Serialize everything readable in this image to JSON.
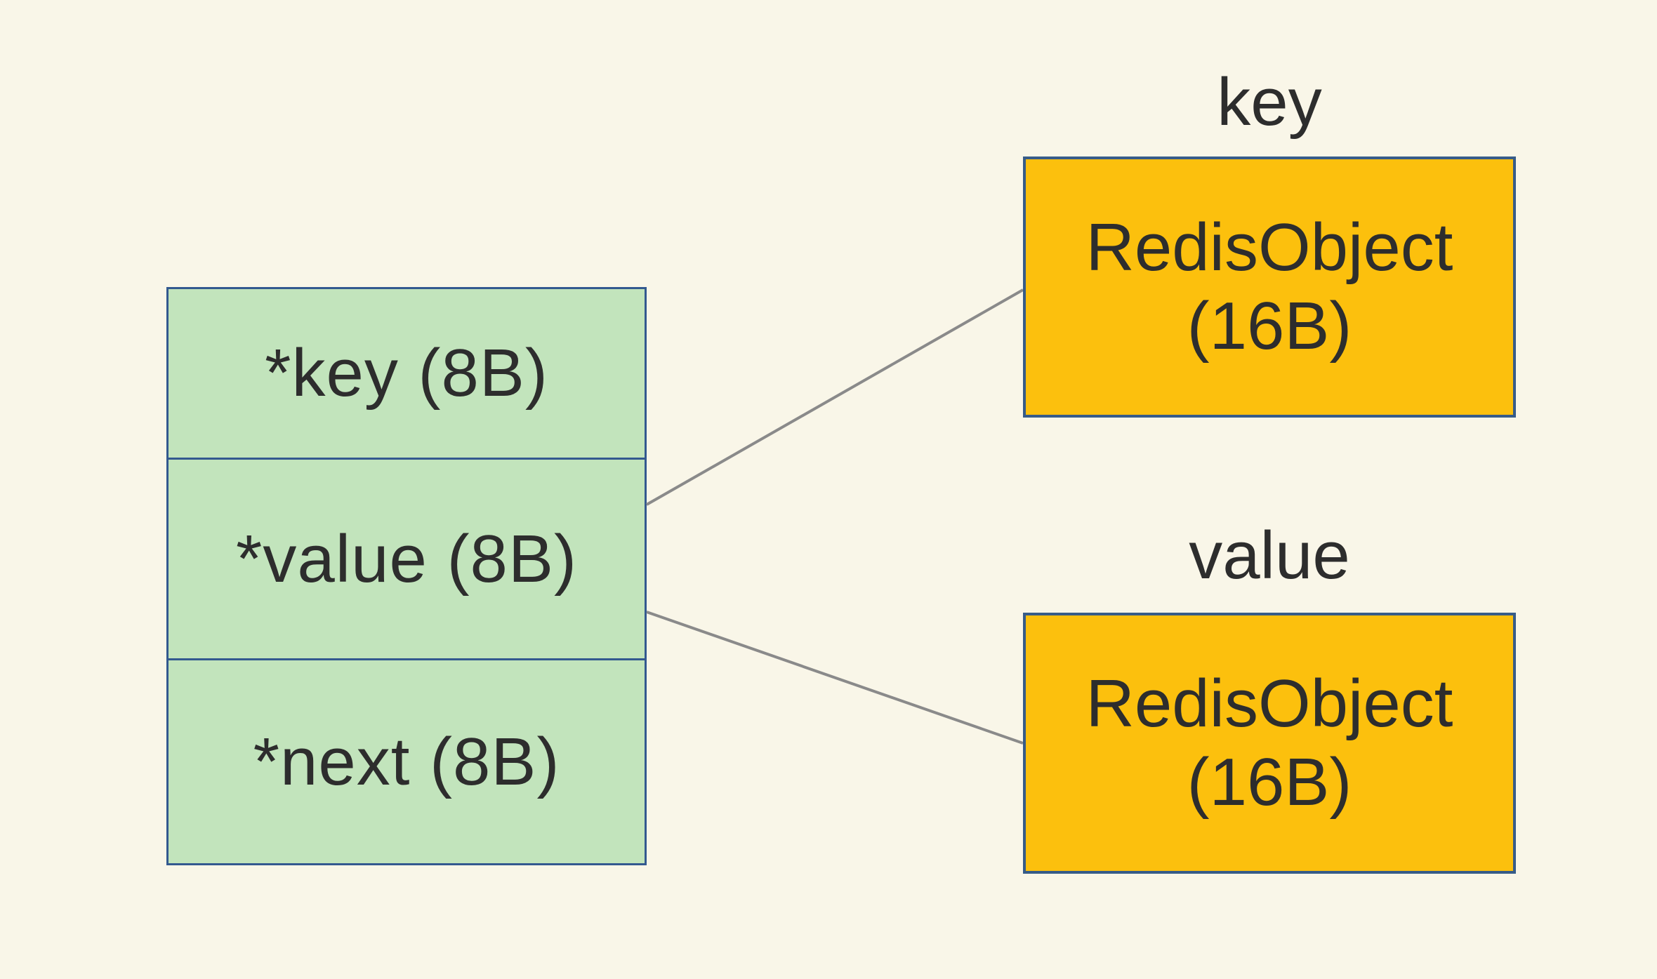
{
  "colors": {
    "background": "#f9f6e8",
    "struct-fill": "#c2e4bc",
    "struct-border": "#33598f",
    "object-fill": "#fcc00d",
    "object-border": "#375c88",
    "connector": "#8a8a8a",
    "text": "#2d2d2d"
  },
  "struct": {
    "cells": [
      {
        "label": "*key (8B)"
      },
      {
        "label": "*value (8B)"
      },
      {
        "label": "*next (8B)"
      }
    ]
  },
  "objects": [
    {
      "label": "key",
      "title": "RedisObject",
      "size": "(16B)"
    },
    {
      "label": "value",
      "title": "RedisObject",
      "size": "(16B)"
    }
  ]
}
